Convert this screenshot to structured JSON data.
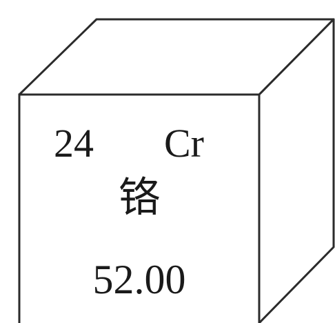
{
  "element": {
    "atomic_number": "24",
    "symbol": "Cr",
    "name": "铬",
    "atomic_mass": "52.00"
  },
  "colors": {
    "line": "#2b2b2b",
    "text": "#1a1a1a",
    "background": "#ffffff"
  }
}
